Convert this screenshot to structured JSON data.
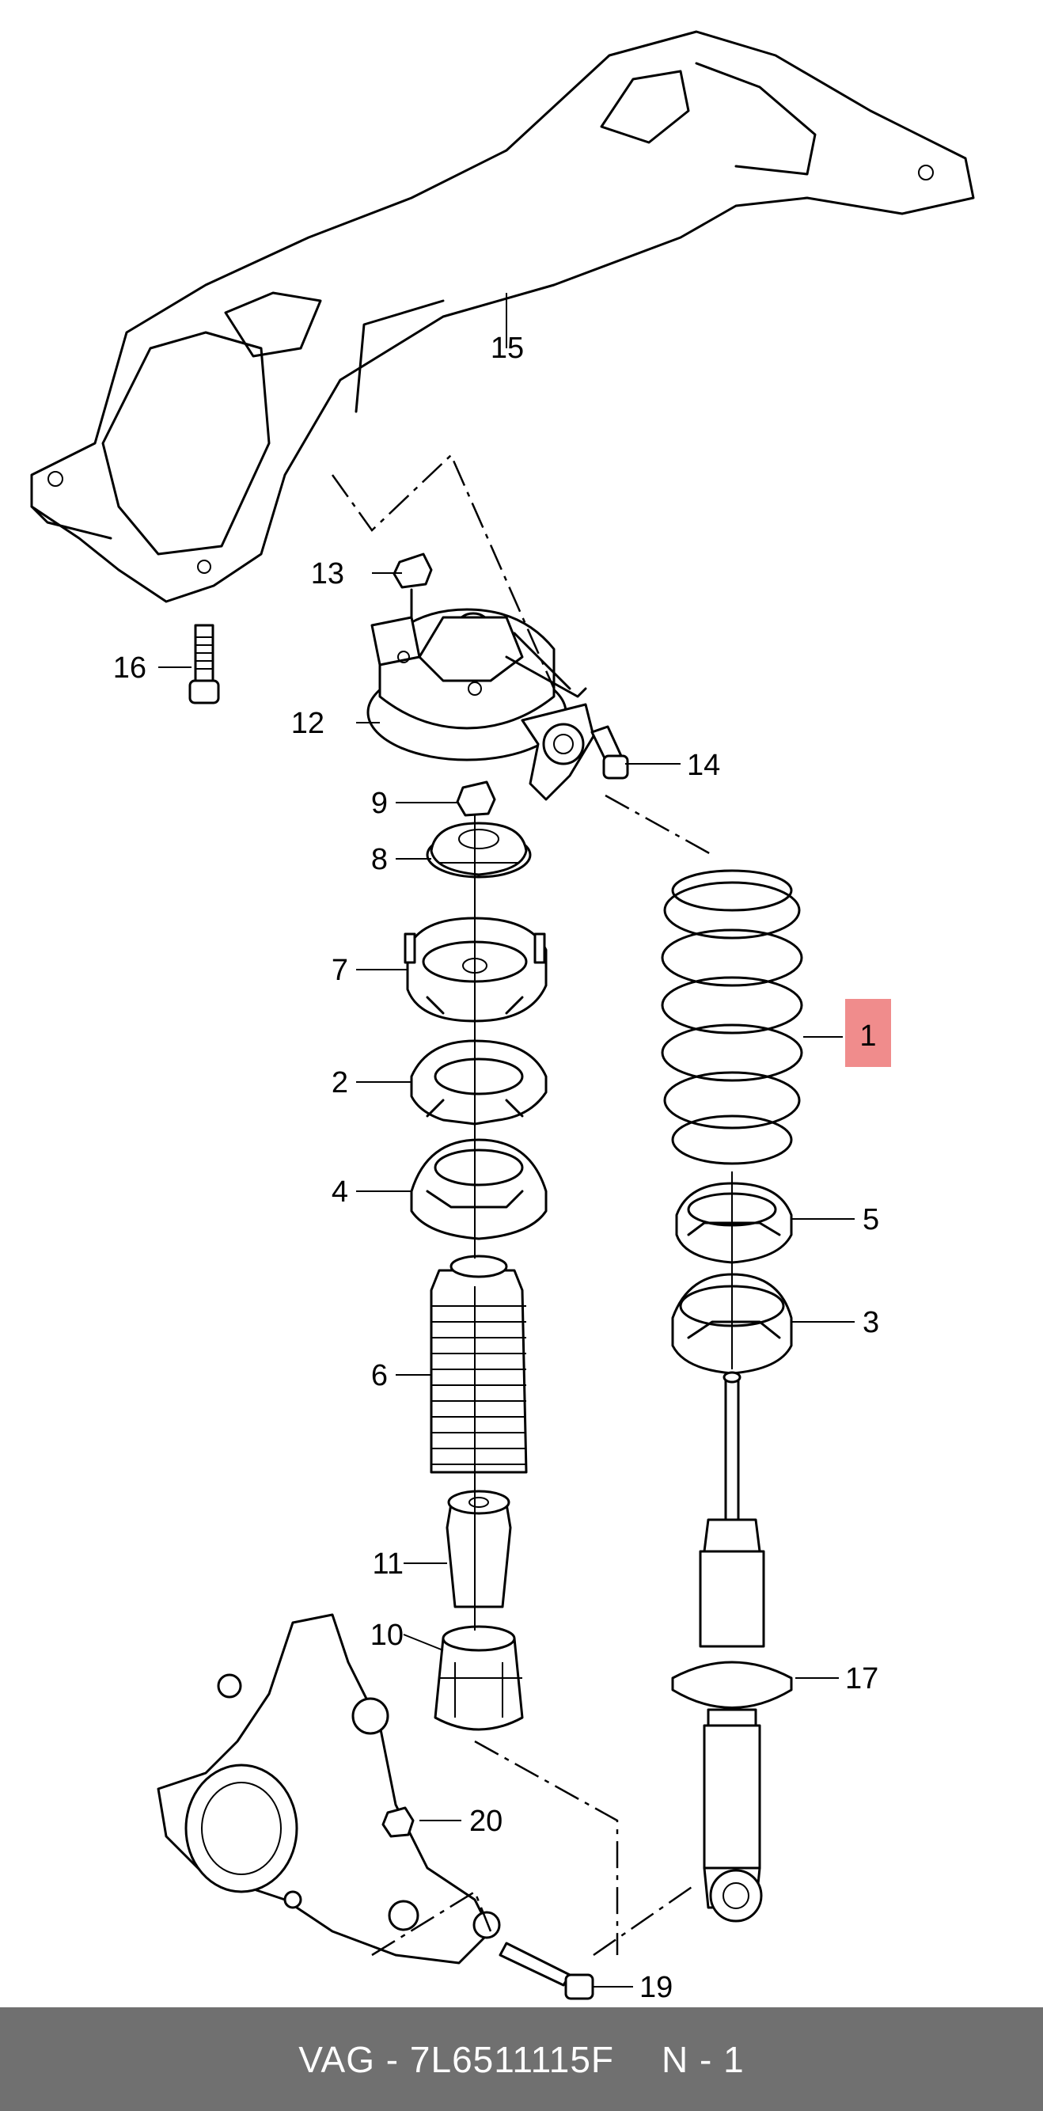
{
  "callouts": {
    "c1": "1",
    "c2": "2",
    "c3": "3",
    "c4": "4",
    "c5": "5",
    "c6": "6",
    "c7": "7",
    "c8": "8",
    "c9": "9",
    "c10": "10",
    "c11": "11",
    "c12": "12",
    "c13": "13",
    "c14": "14",
    "c15": "15",
    "c16": "16",
    "c17": "17",
    "c19": "19",
    "c20": "20"
  },
  "highlight_color": "#f08c8c",
  "footer": {
    "brand": "VAG",
    "part_number": "7L6511115F",
    "sheet": "N - 1"
  }
}
